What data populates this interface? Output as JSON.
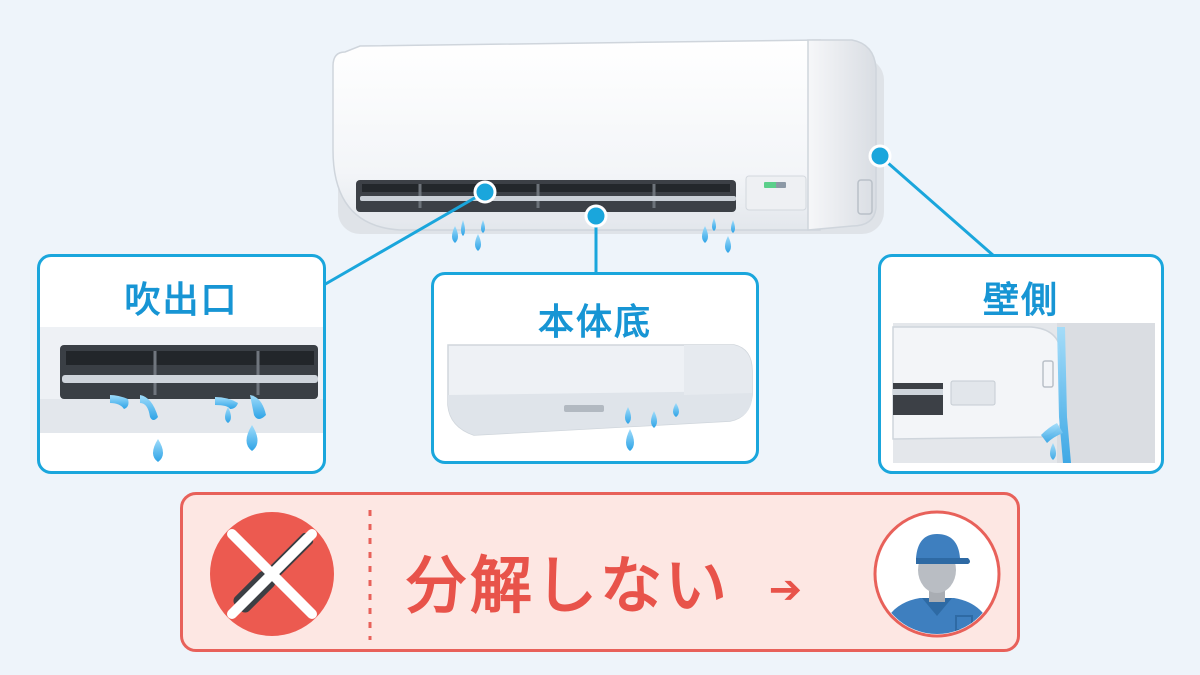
{
  "panels": {
    "outlet": {
      "label": "吹出口"
    },
    "bottom": {
      "label": "本体底"
    },
    "wall": {
      "label": "壁側"
    }
  },
  "banner": {
    "text": "分解しない",
    "arrow": "➔"
  },
  "icons": {
    "no_tools": "screwdriver-crossed-icon",
    "technician": "technician-avatar-icon"
  },
  "colors": {
    "accent_blue": "#1aa6dc",
    "water": "#4fb8ef",
    "warning_red": "#e8534a",
    "warning_bg": "#fde7e3"
  }
}
